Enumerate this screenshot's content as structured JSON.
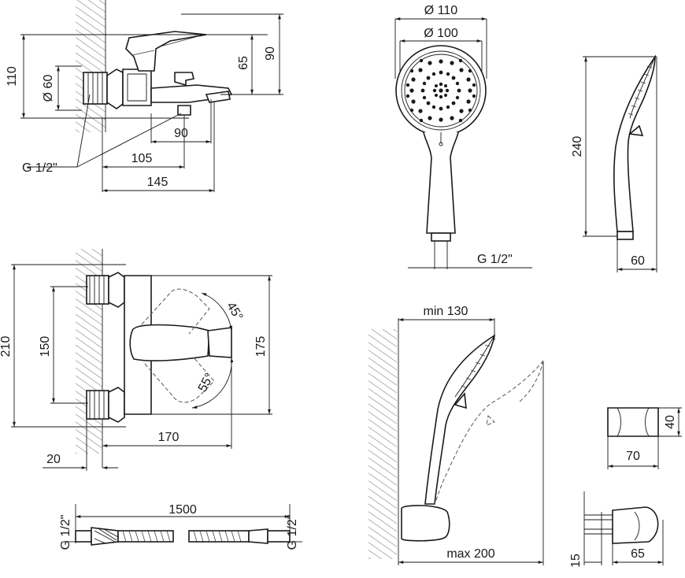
{
  "faucet_top": {
    "d_60": "Ø 60",
    "h_110": "110",
    "h_90": "90",
    "h_65": "65",
    "w_90": "90",
    "w_105": "105",
    "w_145": "145",
    "thread": "G 1/2\""
  },
  "faucet_front": {
    "h_210": "210",
    "h_150": "150",
    "h_175": "175",
    "w_170": "170",
    "w_20": "20",
    "a_45": "45°",
    "a_55": "55°"
  },
  "hose": {
    "length": "1500",
    "thread_left": "G 1/2\"",
    "thread_right": "G 1/2\""
  },
  "shower_head": {
    "d_110": "Ø 110",
    "d_100": "Ø 100",
    "thread": "G 1/2\""
  },
  "shower_side": {
    "h_240": "240",
    "w_60": "60"
  },
  "holder_install": {
    "min": "min 130",
    "max": "max 200"
  },
  "holder": {
    "h_40": "40",
    "w_70": "70",
    "w_65": "65",
    "d_15": "15"
  }
}
